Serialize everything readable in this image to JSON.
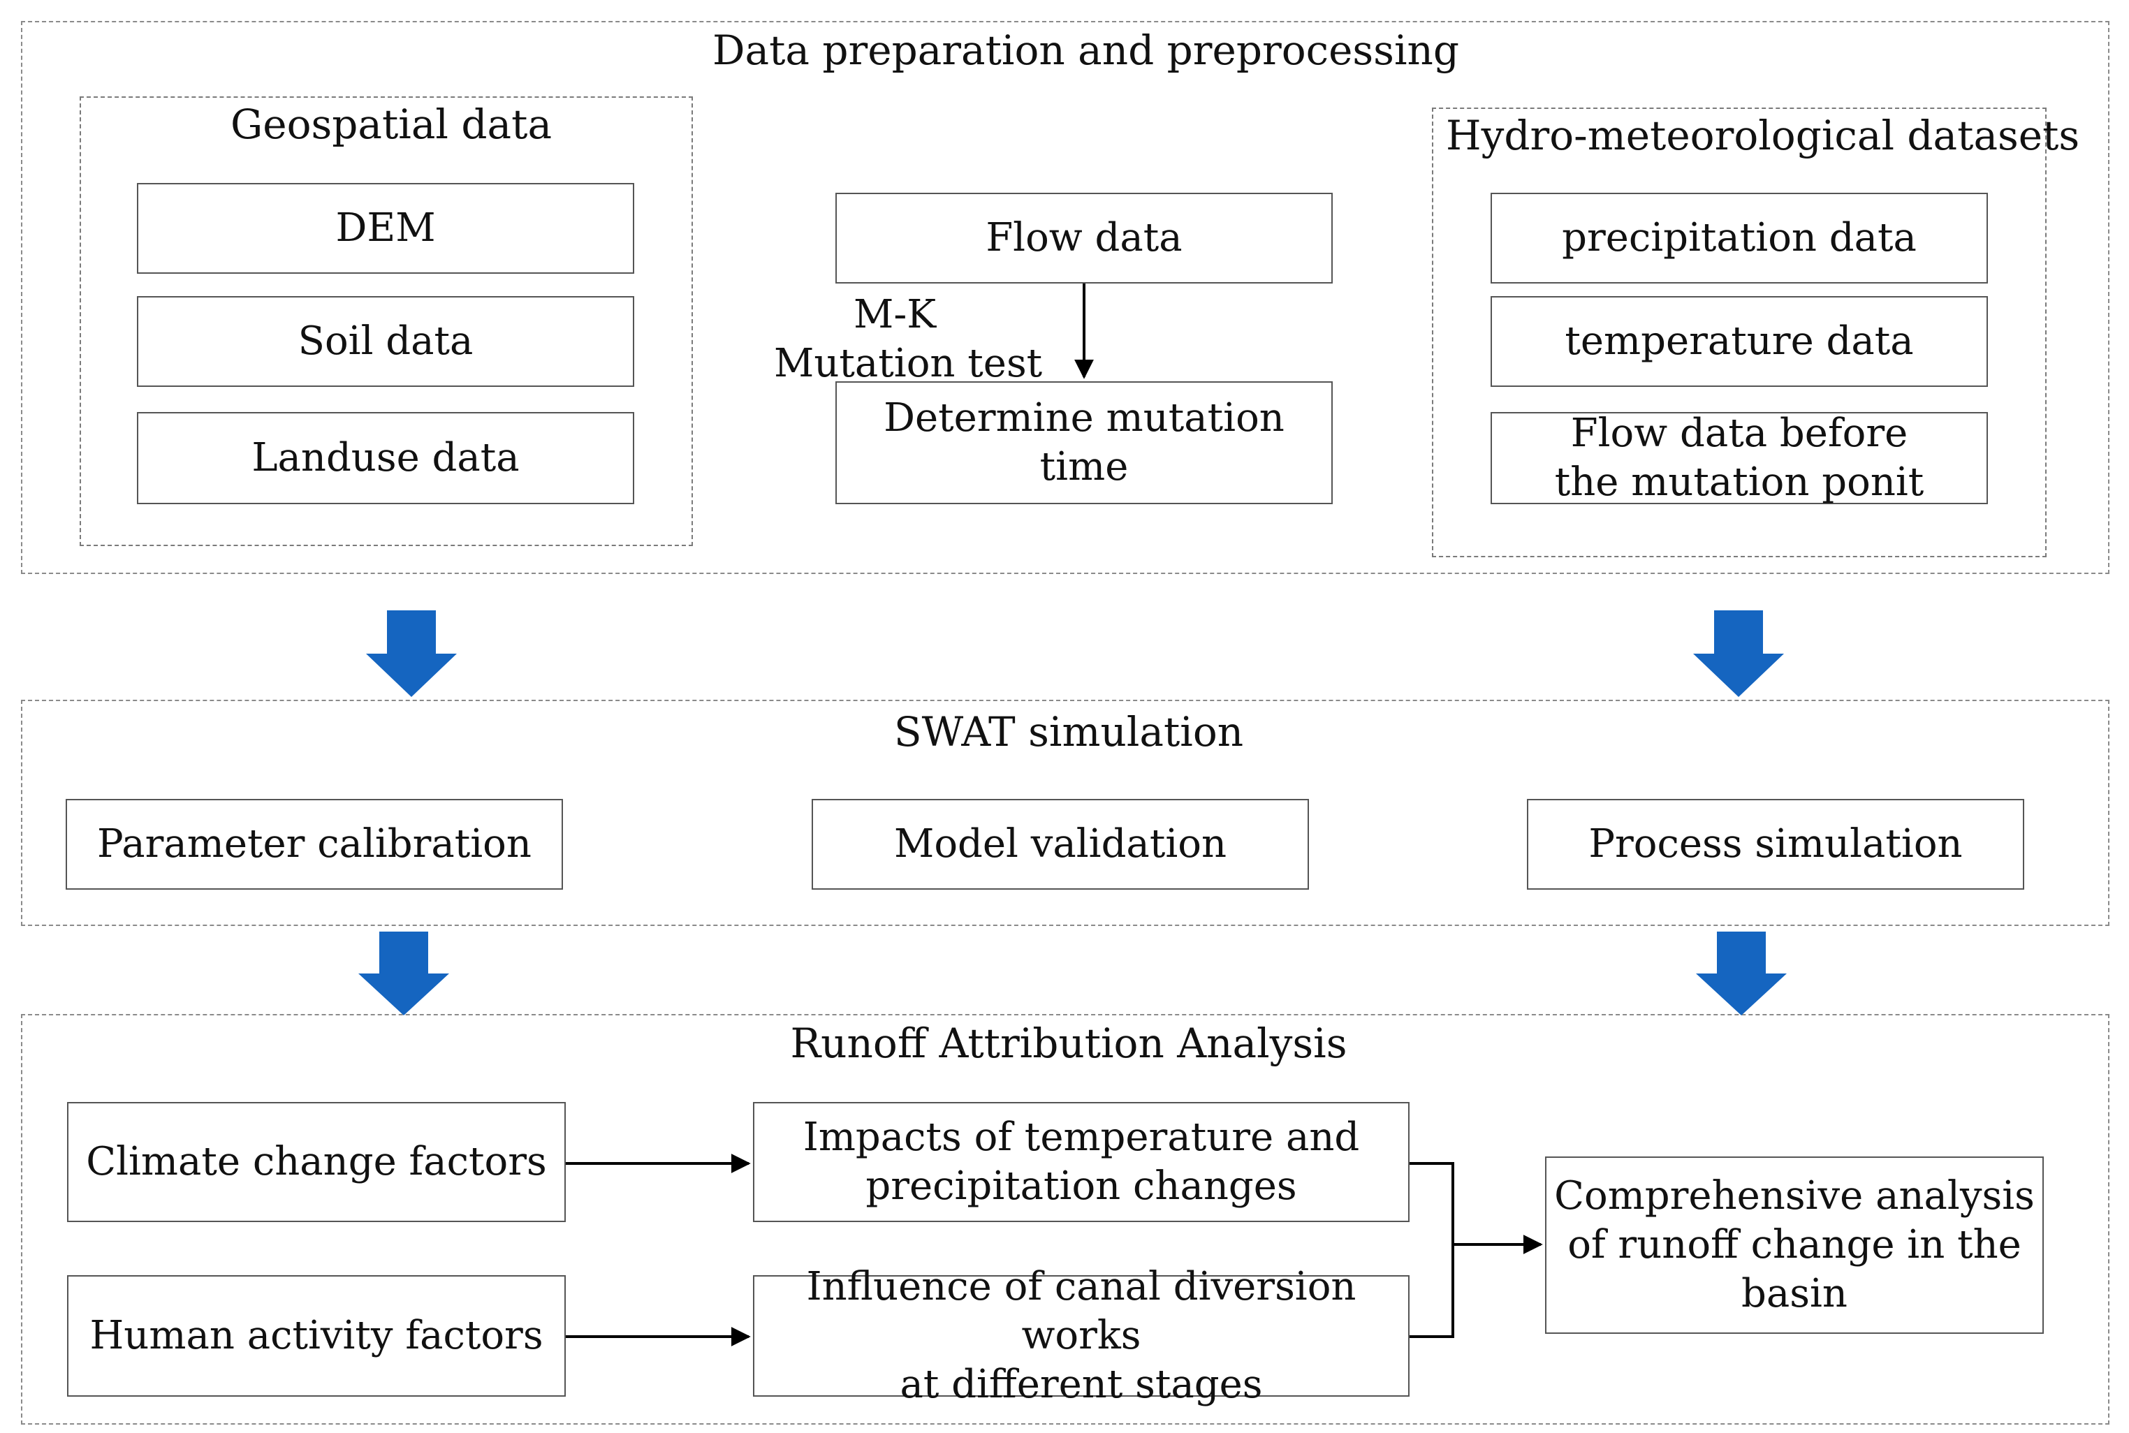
{
  "sections": {
    "prep": {
      "title": "Data preparation and preprocessing",
      "geospatial": {
        "title": "Geospatial data",
        "items": [
          "DEM",
          "Soil data",
          "Landuse data"
        ]
      },
      "flow": {
        "top": "Flow data",
        "test_label_1": "M-K",
        "test_label_2": "Mutation test",
        "bottom": "Determine mutation time"
      },
      "hydro": {
        "title": "Hydro-meteorological datasets",
        "items": [
          "precipitation data",
          "temperature data",
          "Flow data before\nthe mutation ponit"
        ]
      }
    },
    "swat": {
      "title": "SWAT simulation",
      "items": [
        "Parameter calibration",
        "Model validation",
        "Process simulation"
      ]
    },
    "runoff": {
      "title": "Runoff Attribution Analysis",
      "factors": [
        "Climate change factors",
        "Human activity factors"
      ],
      "impacts": [
        "Impacts of temperature and\nprecipitation changes",
        "Influence of canal diversion works\nat different stages"
      ],
      "result": "Comprehensive analysis\nof runoff change in the\nbasin"
    }
  },
  "colors": {
    "big_arrow": "#1565C0",
    "line": "#000000"
  }
}
